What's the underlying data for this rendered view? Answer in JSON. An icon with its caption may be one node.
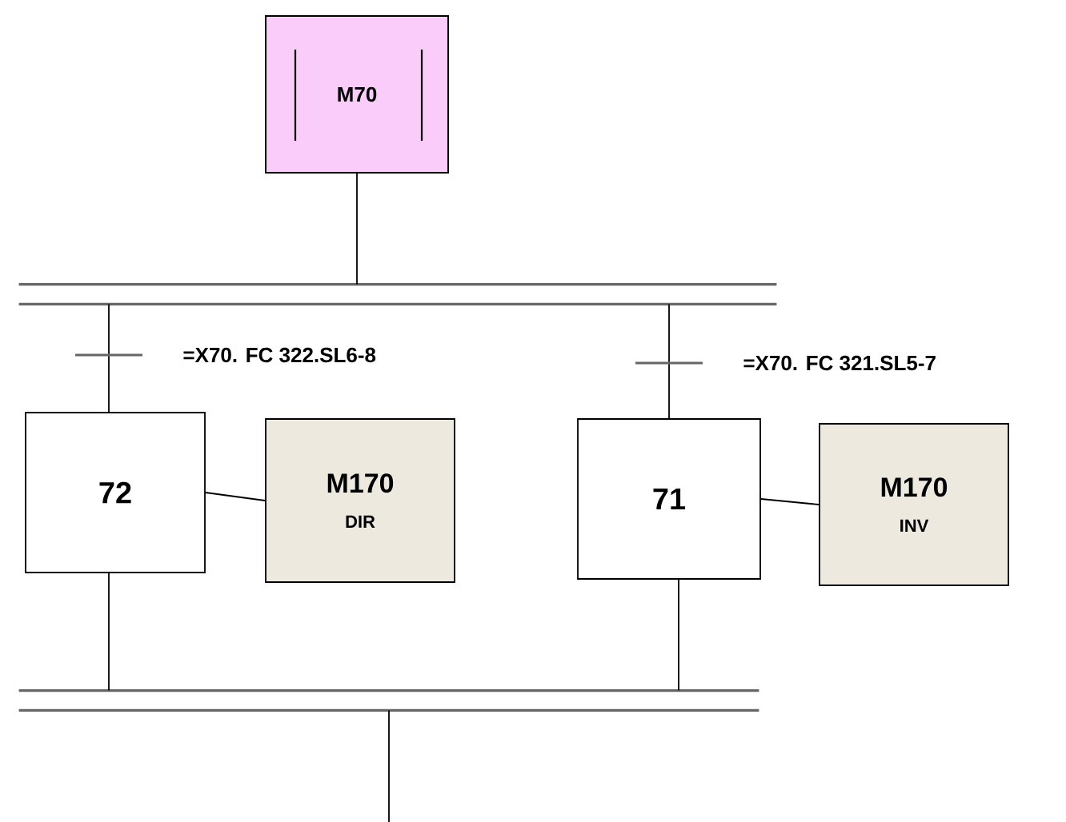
{
  "diagram": {
    "nodes": [
      {
        "text": [
          "M70"
        ]
      },
      {
        "text": [],
        "shape": "bar"
      },
      {
        "text": [
          "72"
        ]
      },
      {
        "text": [
          "M170",
          "DIR"
        ]
      },
      {
        "text": [
          "71"
        ]
      },
      {
        "text": [
          "M170",
          "INV"
        ]
      },
      {
        "text": [],
        "shape": "bar"
      }
    ],
    "edges": [
      {
        "from": 0,
        "to": 1,
        "arrow": "none"
      },
      {
        "from": 1,
        "to": 2,
        "arrow": "none",
        "label": "=X70. FC 322.SL6-8"
      },
      {
        "from": 1,
        "to": 4,
        "arrow": "none",
        "label": "=X70. FC 321.SL5-7"
      },
      {
        "from": 2,
        "to": 3,
        "arrow": "none"
      },
      {
        "from": 4,
        "to": 5,
        "arrow": "none"
      },
      {
        "from": 2,
        "to": 6,
        "arrow": "none"
      },
      {
        "from": 4,
        "to": 6,
        "arrow": "none"
      },
      {
        "from": 6,
        "to": null,
        "arrow": "none"
      }
    ]
  }
}
